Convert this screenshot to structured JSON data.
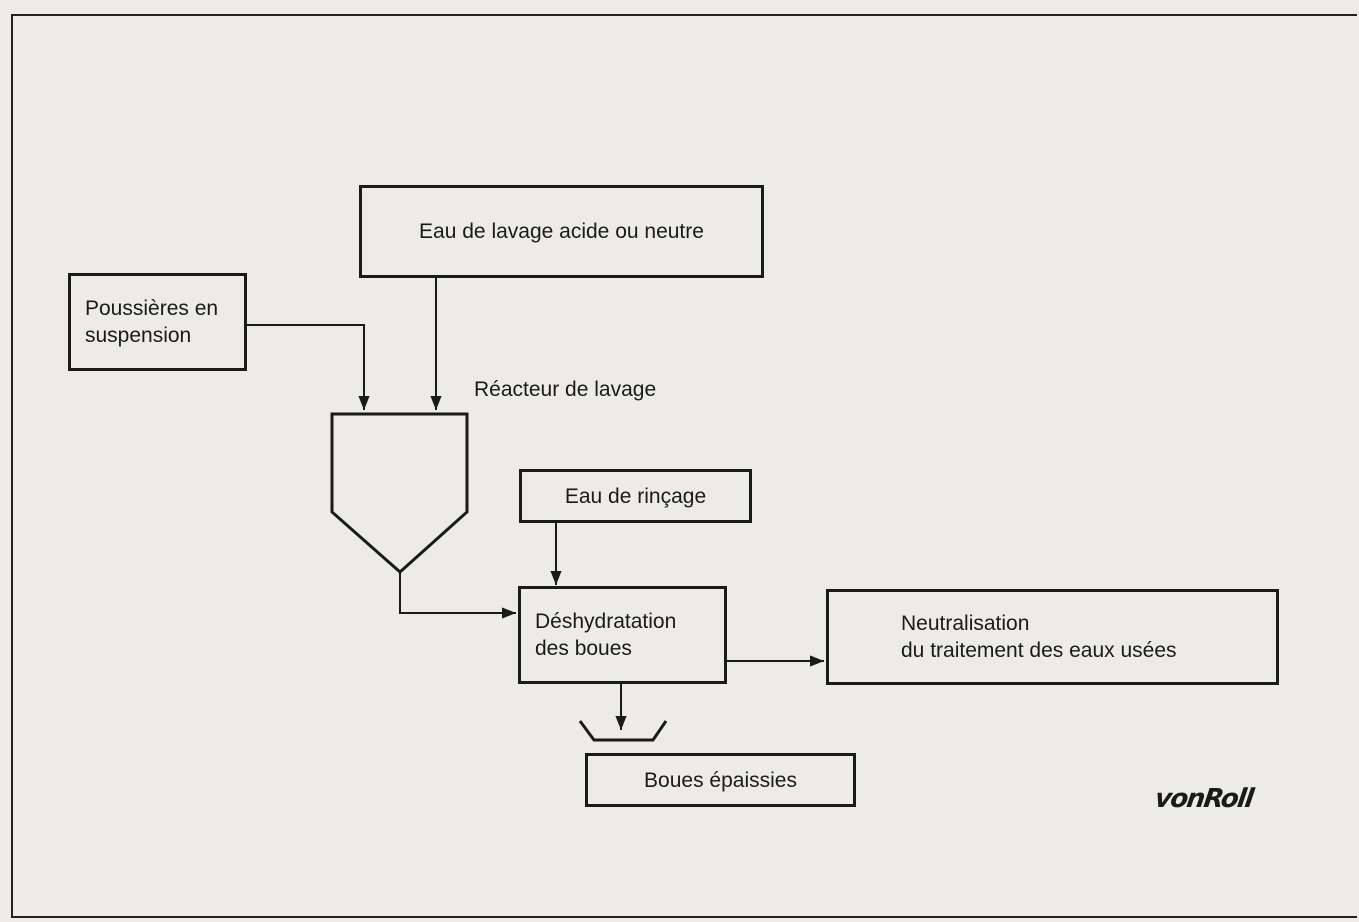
{
  "diagram": {
    "nodes": {
      "wash_water": "Eau de lavage acide ou neutre",
      "suspended_dust": "Poussières en\nsuspension",
      "rinse_water": "Eau de rinçage",
      "sludge_dewatering": "Déshydratation\ndes boues",
      "neutralisation": "Neutralisation\ndu traitement des eaux usées",
      "thickened_sludge": "Boues épaissies"
    },
    "labels": {
      "wash_reactor": "Réacteur de lavage"
    },
    "edges": [
      {
        "from": "wash_water",
        "to": "wash_reactor"
      },
      {
        "from": "suspended_dust",
        "to": "wash_reactor"
      },
      {
        "from": "wash_reactor",
        "to": "sludge_dewatering"
      },
      {
        "from": "rinse_water",
        "to": "sludge_dewatering"
      },
      {
        "from": "sludge_dewatering",
        "to": "neutralisation"
      },
      {
        "from": "sludge_dewatering",
        "to": "thickened_sludge"
      }
    ]
  },
  "logo_text": "vonRoll",
  "colors": {
    "background": "#ecebe5",
    "ink": "#1a1a1a"
  }
}
